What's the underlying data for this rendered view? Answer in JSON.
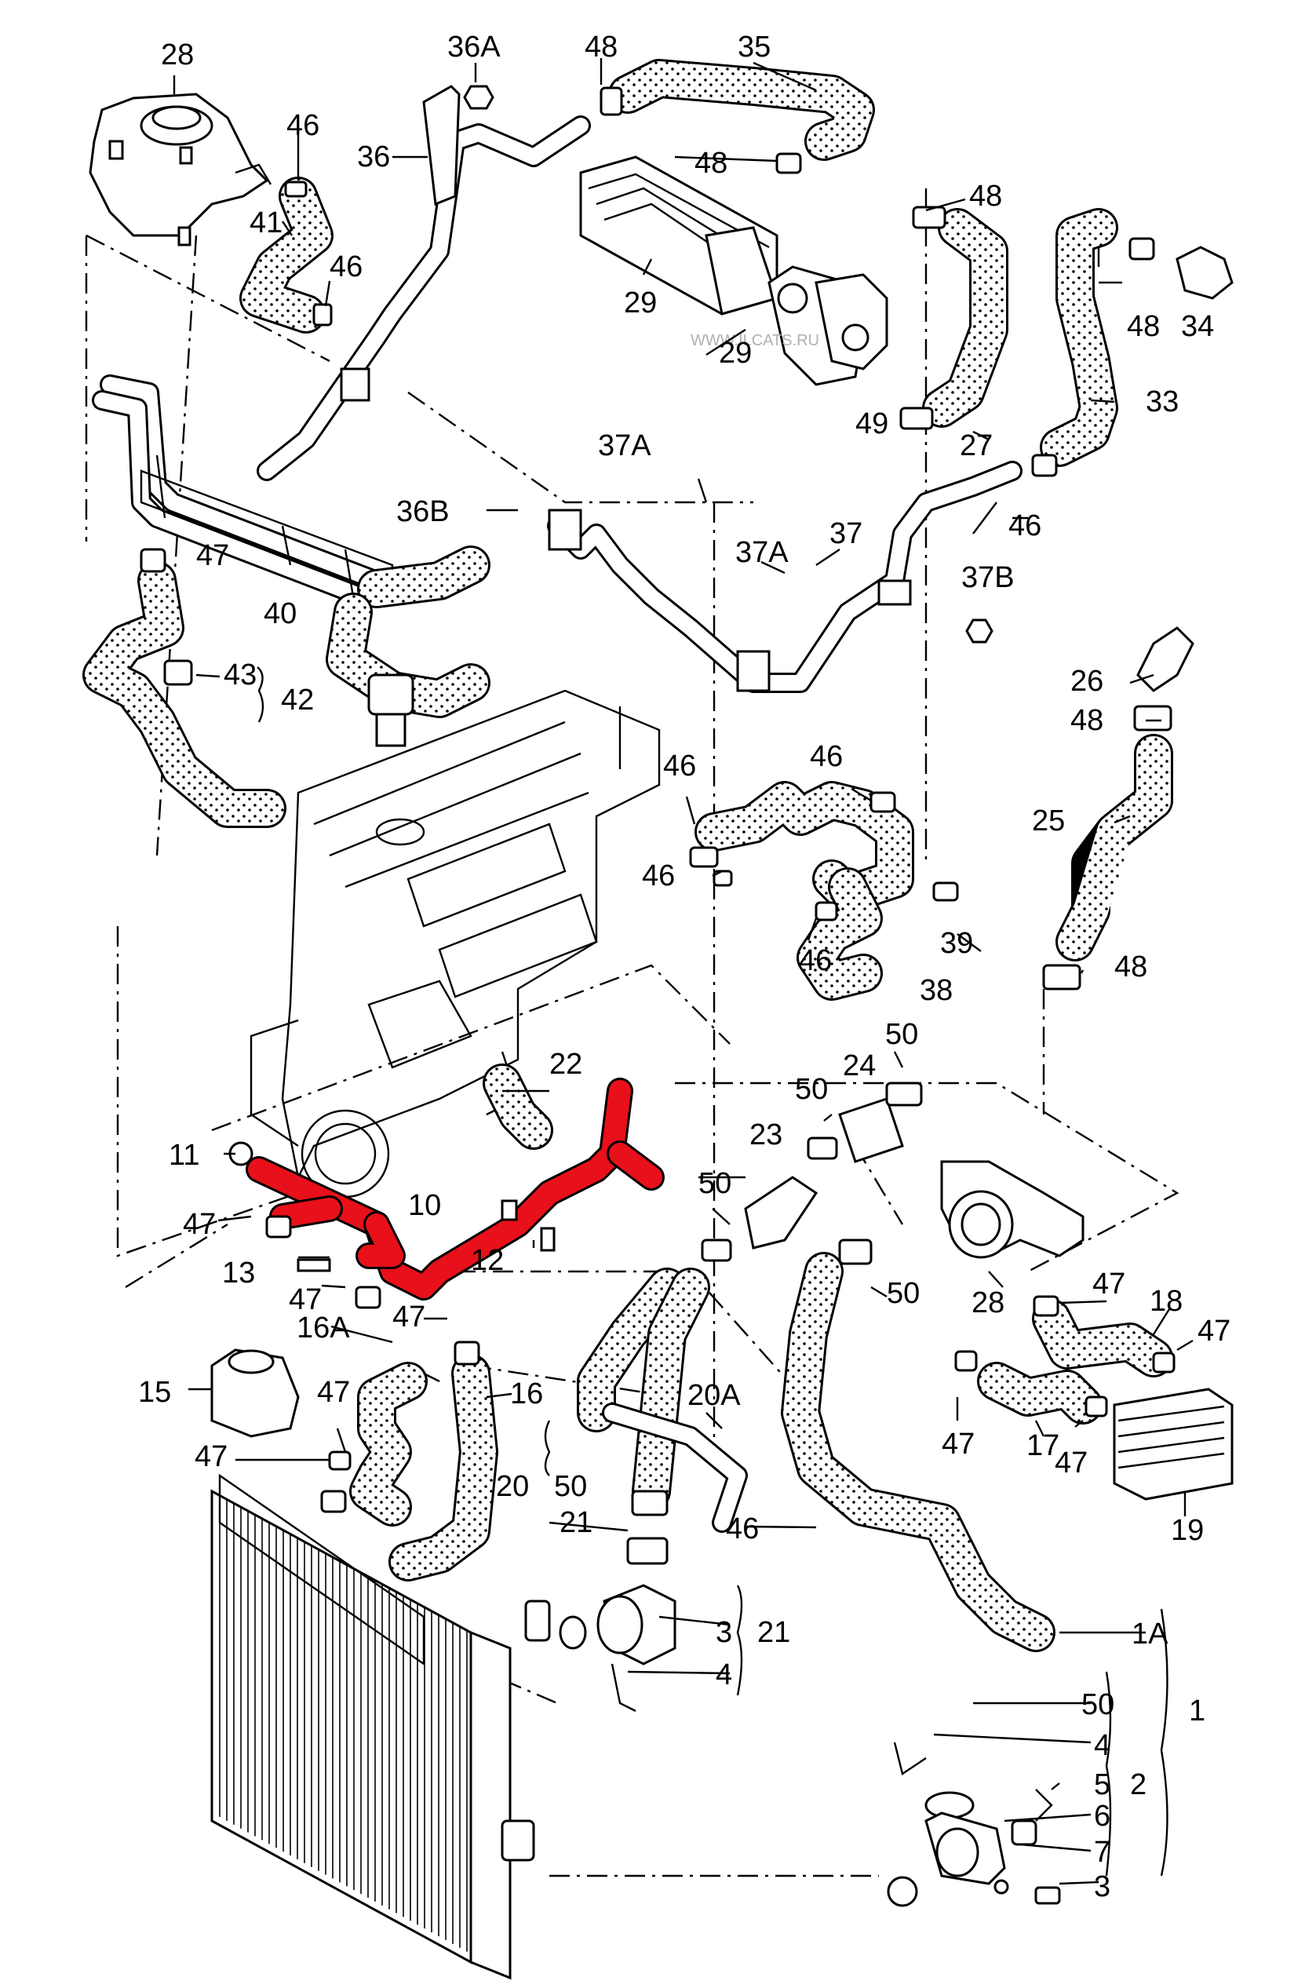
{
  "watermark": "WWW.ILCATS.RU",
  "highlight_color": "#e8101a",
  "callouts": [
    "28",
    "36A",
    "48",
    "35",
    "46",
    "36",
    "48",
    "41",
    "46",
    "48",
    "29",
    "29",
    "48",
    "34",
    "49",
    "27",
    "33",
    "37A",
    "36B",
    "47",
    "37A",
    "37",
    "46",
    "37B",
    "40",
    "43",
    "42",
    "26",
    "48",
    "25",
    "46",
    "46",
    "46",
    "46",
    "39",
    "38",
    "48",
    "22",
    "24",
    "50",
    "50",
    "11",
    "10",
    "23",
    "47",
    "50",
    "13",
    "12",
    "47",
    "28",
    "47",
    "18",
    "47",
    "50",
    "47",
    "16A",
    "15",
    "16",
    "47",
    "20A",
    "47",
    "17",
    "47",
    "47",
    "20",
    "50",
    "21",
    "46",
    "19",
    "3",
    "21",
    "1A",
    "4",
    "50",
    "1",
    "4",
    "5",
    "2",
    "6",
    "7",
    "3"
  ]
}
